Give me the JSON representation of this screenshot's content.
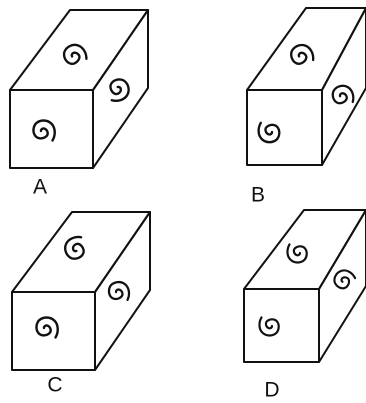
{
  "options": [
    {
      "letter": "A",
      "front": "spiral",
      "top": "spiral",
      "side": "spiral"
    },
    {
      "letter": "B",
      "front": "spiral",
      "top": "spiral",
      "side": "spiral"
    },
    {
      "letter": "C",
      "front": "spiral",
      "top": "spiral",
      "side": "spiral"
    },
    {
      "letter": "D",
      "front": "spiral",
      "top": "spiral",
      "side": "spiral"
    }
  ],
  "colors": {
    "line": "#111111",
    "background": "#ffffff"
  },
  "icons": {
    "face_symbol": "spiral-icon"
  }
}
